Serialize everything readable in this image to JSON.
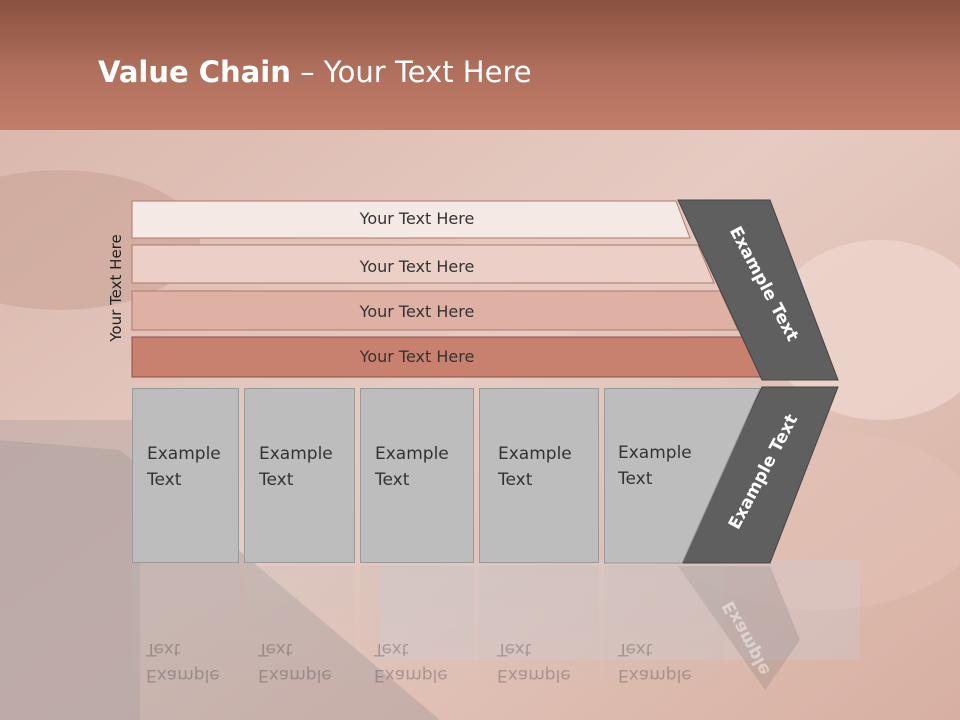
{
  "slide": {
    "title_bold": "Value Chain",
    "title_rest": " – Your Text Here",
    "side_label": "Your Text Here"
  },
  "bars": [
    {
      "label": "Your Text Here",
      "color": "#f5e9e6"
    },
    {
      "label": "Your Text Here",
      "color": "#ecd0c8"
    },
    {
      "label": "Your Text Here",
      "color": "#dfb0a4"
    },
    {
      "label": "Your Text Here",
      "color": "#c9816f"
    }
  ],
  "cells": [
    {
      "line1": "Example",
      "line2": "Text"
    },
    {
      "line1": "Example",
      "line2": "Text"
    },
    {
      "line1": "Example",
      "line2": "Text"
    },
    {
      "line1": "Example",
      "line2": "Text"
    },
    {
      "line1": "Example",
      "line2": "Text"
    }
  ],
  "chevron": {
    "upper_text": "Example Text",
    "lower_text": "Example Text",
    "color": "#5f5f5f"
  },
  "colors": {
    "title_bar": "#b0705d",
    "cell_fill": "#bdbdbd"
  }
}
